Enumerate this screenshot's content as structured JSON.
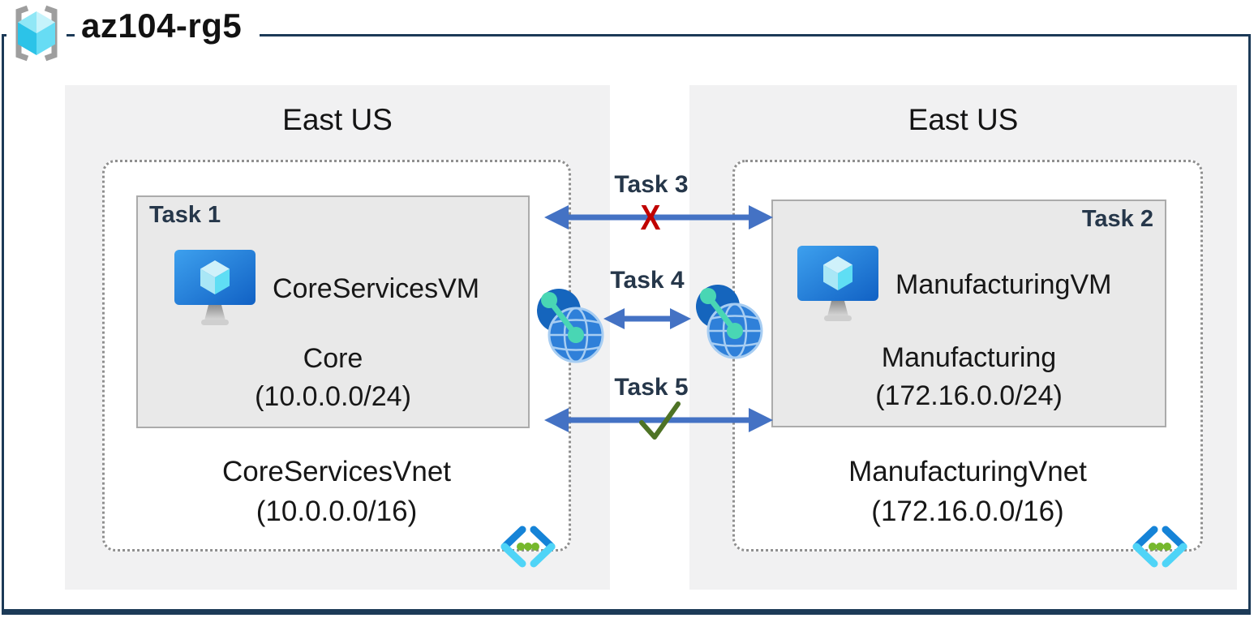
{
  "header": {
    "resource_group_name": "az104-rg5"
  },
  "regions": [
    {
      "name": "East US",
      "vnet": {
        "name": "CoreServicesVnet",
        "cidr": "(10.0.0.0/16)",
        "subnet": {
          "task_label": "Task 1",
          "vm_name": "CoreServicesVM",
          "name": "Core",
          "cidr": "(10.0.0.0/24)"
        }
      }
    },
    {
      "name": "East US",
      "vnet": {
        "name": "ManufacturingVnet",
        "cidr": "(172.16.0.0/16)",
        "subnet": {
          "task_label": "Task 2",
          "vm_name": "ManufacturingVM",
          "name": "Manufacturing",
          "cidr": "(172.16.0.0/24)"
        }
      }
    }
  ],
  "connections": [
    {
      "label": "Task 3",
      "marker": "X"
    },
    {
      "label": "Task 4",
      "marker": ""
    },
    {
      "label": "Task 5",
      "marker": "✓"
    }
  ],
  "icons": {
    "resource_group": "azure-resource-group-icon",
    "virtual_machine": "azure-vm-icon",
    "virtual_network": "azure-vnet-icon",
    "peering": "vnet-peering-globe-icon"
  },
  "colors": {
    "frame": "#1c3a57",
    "arrow": "#4472c4",
    "blocked_x": "#c00000",
    "allowed_check": "#4e7325",
    "region_fill": "#f1f1f2",
    "subnet_fill": "#e9e9e9",
    "task_text": "#26374a"
  }
}
